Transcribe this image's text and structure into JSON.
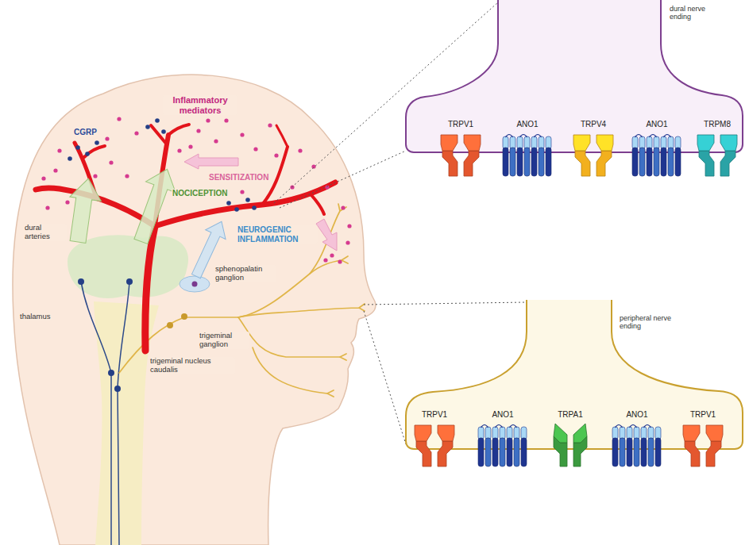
{
  "diagram": {
    "nodes": [
      {
        "text": [
          "dural nerve ending"
        ]
      },
      {
        "text": [
          "TRPV1"
        ],
        "in": 0
      },
      {
        "text": [
          "ANO1"
        ],
        "in": 0
      },
      {
        "text": [
          "TRPV4"
        ],
        "in": 0
      },
      {
        "text": [
          "ANO1"
        ],
        "in": 0
      },
      {
        "text": [
          "TRPM8"
        ],
        "in": 0
      },
      {
        "text": [
          "peripheral nerve ending"
        ]
      },
      {
        "text": [
          "TRPV1"
        ],
        "in": 6
      },
      {
        "text": [
          "ANO1"
        ],
        "in": 6
      },
      {
        "text": [
          "TRPA1"
        ],
        "in": 6
      },
      {
        "text": [
          "ANO1"
        ],
        "in": 6
      },
      {
        "text": [
          "TRPV1"
        ],
        "in": 6
      }
    ],
    "labels": [
      "Inflammatory mediators",
      "CGRP",
      "SENSITIZATION",
      "NOCICEPTION",
      "dural arteries",
      "NEUROGENIC INFLAMMATION",
      "sphenopalatin ganglion",
      "thalamus",
      "trigeminal ganglion",
      "trigeminal nucleus caudalis"
    ]
  }
}
